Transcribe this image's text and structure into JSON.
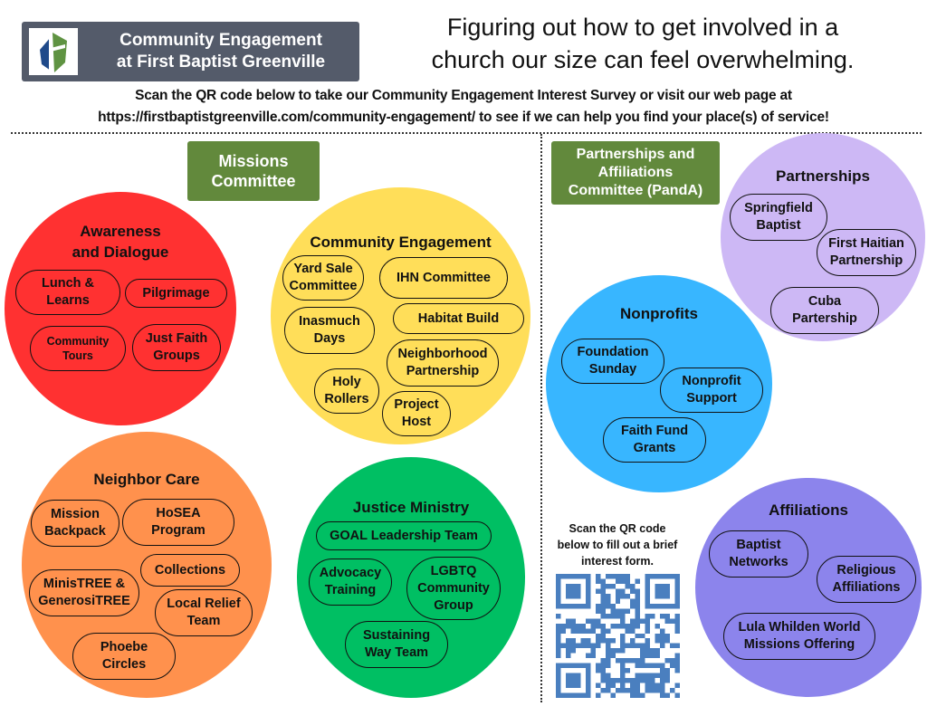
{
  "header": {
    "title_line1": "Community Engagement",
    "title_line2": "at First Baptist Greenville",
    "logo_icon": "church-cross-logo",
    "tagline_line1": "Figuring out how to get involved in a",
    "tagline_line2": "church our size can feel overwhelming.",
    "scan_line1": "Scan the QR code below to take our Community Engagement Interest Survey or visit our web page at",
    "scan_line2": "https://firstbaptistgreenville.com/community-engagement/ to see if we can help you find your place(s) of service!"
  },
  "colors": {
    "header_bg": "#545b6a",
    "committee_green": "#62893c",
    "awareness_red": "#ff3131",
    "community_yellow": "#ffde59",
    "neighbor_orange": "#ff914d",
    "justice_green": "#00bf63",
    "partnerships_lavender": "#cdb8f5",
    "nonprofits_blue": "#38b6ff",
    "affiliations_purple": "#8c84ec",
    "qr_blue": "#4a7fbf"
  },
  "missions": {
    "committee_line1": "Missions",
    "committee_line2": "Committee",
    "groups": [
      {
        "title_lines": [
          "Awareness",
          "and Dialogue"
        ],
        "items": [
          {
            "line1": "Lunch &",
            "line2": "Learns"
          },
          {
            "line1": "Pilgrimage",
            "line2": ""
          },
          {
            "line1": "Community",
            "line2": "Tours"
          },
          {
            "line1": "Just Faith",
            "line2": "Groups"
          }
        ]
      },
      {
        "title_lines": [
          "Community Engagement"
        ],
        "items": [
          {
            "line1": "Yard Sale",
            "line2": "Committee"
          },
          {
            "line1": "IHN Committee",
            "line2": ""
          },
          {
            "line1": "Inasmuch",
            "line2": "Days"
          },
          {
            "line1": "Habitat Build",
            "line2": ""
          },
          {
            "line1": "Neighborhood",
            "line2": "Partnership"
          },
          {
            "line1": "Holy",
            "line2": "Rollers"
          },
          {
            "line1": "Project",
            "line2": "Host"
          }
        ]
      },
      {
        "title_lines": [
          "Neighbor Care"
        ],
        "items": [
          {
            "line1": "Mission",
            "line2": "Backpack"
          },
          {
            "line1": "HoSEA",
            "line2": "Program"
          },
          {
            "line1": "Collections",
            "line2": ""
          },
          {
            "line1": "MinisTREE &",
            "line2": "GenerosiTREE"
          },
          {
            "line1": "Local Relief",
            "line2": "Team"
          },
          {
            "line1": "Phoebe",
            "line2": "Circles"
          }
        ]
      },
      {
        "title_lines": [
          "Justice Ministry"
        ],
        "items": [
          {
            "line1": "GOAL Leadership Team",
            "line2": ""
          },
          {
            "line1": "Advocacy",
            "line2": "Training"
          },
          {
            "line1": "LGBTQ",
            "line2": "Community",
            "line3": "Group"
          },
          {
            "line1": "Sustaining",
            "line2": "Way Team"
          }
        ]
      }
    ]
  },
  "panda": {
    "committee_line1": "Partnerships and",
    "committee_line2": "Affiliations",
    "committee_line3": "Committee (PandA)",
    "groups": [
      {
        "title_lines": [
          "Partnerships"
        ],
        "items": [
          {
            "line1": "Springfield",
            "line2": "Baptist"
          },
          {
            "line1": "First Haitian",
            "line2": "Partnership"
          },
          {
            "line1": "Cuba",
            "line2": "Partership"
          }
        ]
      },
      {
        "title_lines": [
          "Nonprofits"
        ],
        "items": [
          {
            "line1": "Foundation",
            "line2": "Sunday"
          },
          {
            "line1": "Nonprofit",
            "line2": "Support"
          },
          {
            "line1": "Faith Fund",
            "line2": "Grants"
          }
        ]
      },
      {
        "title_lines": [
          "Affiliations"
        ],
        "items": [
          {
            "line1": "Baptist",
            "line2": "Networks"
          },
          {
            "line1": "Religious",
            "line2": "Affiliations"
          },
          {
            "line1": "Lula Whilden World",
            "line2": "Missions Offering"
          }
        ]
      }
    ]
  },
  "qr": {
    "caption_line1": "Scan the QR code",
    "caption_line2": "below to fill out a brief",
    "caption_line3": "interest form.",
    "icon": "qr-code-icon"
  }
}
